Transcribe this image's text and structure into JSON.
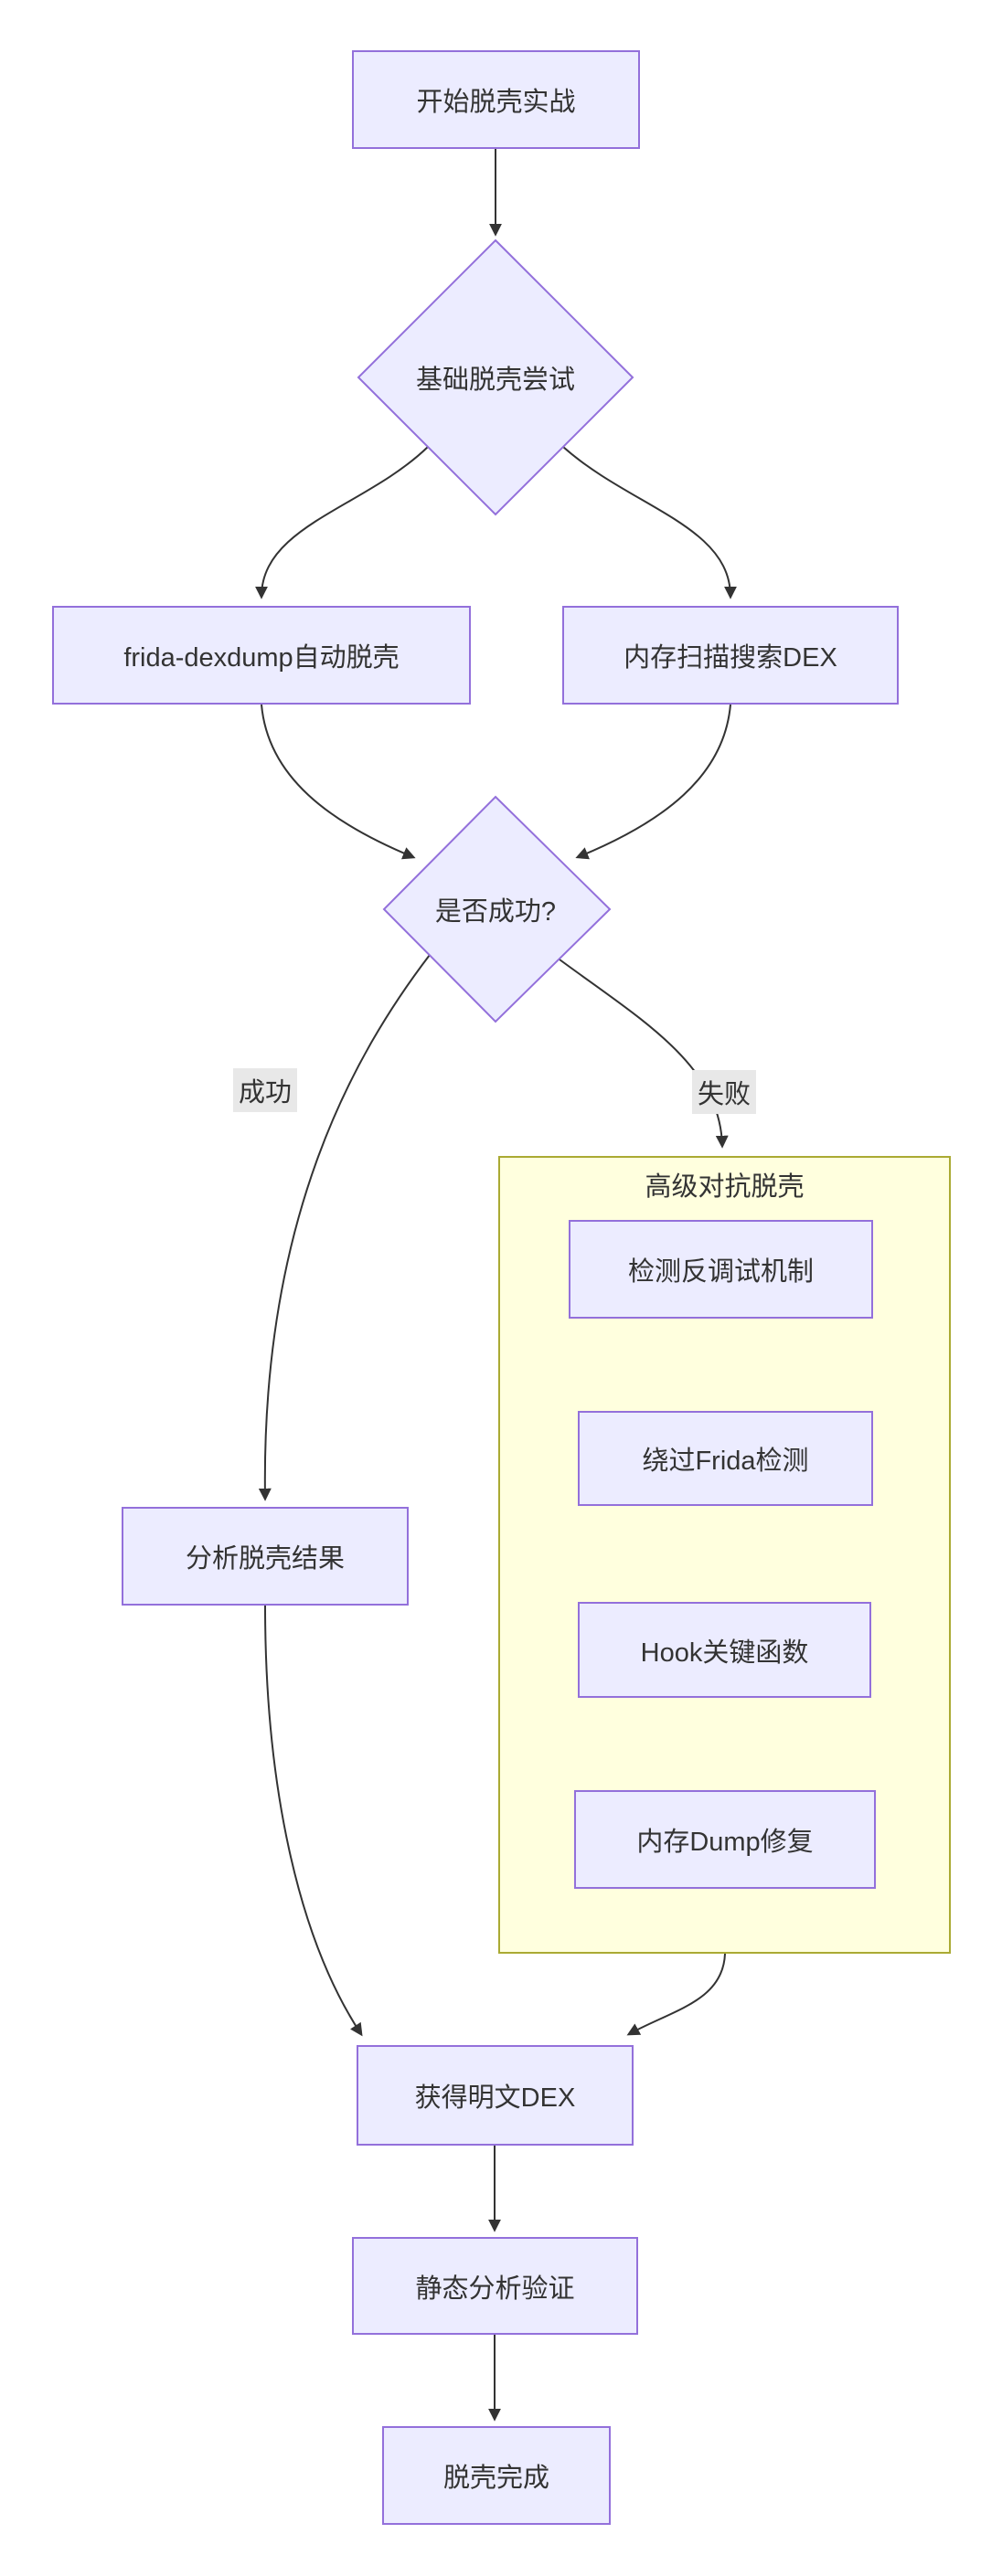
{
  "diagram": {
    "type": "flowchart",
    "direction": "top-down",
    "nodes": {
      "start": {
        "label": "开始脱壳实战",
        "shape": "rect"
      },
      "basic_try": {
        "label": "基础脱壳尝试",
        "shape": "diamond"
      },
      "frida_dexdump": {
        "label": "frida-dexdump自动脱壳",
        "shape": "rect"
      },
      "mem_scan": {
        "label": "内存扫描搜索DEX",
        "shape": "rect"
      },
      "is_success": {
        "label": "是否成功?",
        "shape": "diamond"
      },
      "analyze_result": {
        "label": "分析脱壳结果",
        "shape": "rect"
      },
      "advanced_cluster": {
        "label": "高级对抗脱壳",
        "shape": "cluster"
      },
      "detect_antidebug": {
        "label": "检测反调试机制",
        "shape": "rect"
      },
      "bypass_frida": {
        "label": "绕过Frida检测",
        "shape": "rect"
      },
      "hook_key_funcs": {
        "label": "Hook关键函数",
        "shape": "rect"
      },
      "mem_dump_fix": {
        "label": "内存Dump修复",
        "shape": "rect"
      },
      "plain_dex": {
        "label": "获得明文DEX",
        "shape": "rect"
      },
      "static_verify": {
        "label": "静态分析验证",
        "shape": "rect"
      },
      "done": {
        "label": "脱壳完成",
        "shape": "rect"
      }
    },
    "edge_labels": {
      "success": "成功",
      "fail": "失败"
    },
    "edges": [
      {
        "from": "start",
        "to": "basic_try",
        "label": ""
      },
      {
        "from": "basic_try",
        "to": "frida_dexdump",
        "label": ""
      },
      {
        "from": "basic_try",
        "to": "mem_scan",
        "label": ""
      },
      {
        "from": "frida_dexdump",
        "to": "is_success",
        "label": ""
      },
      {
        "from": "mem_scan",
        "to": "is_success",
        "label": ""
      },
      {
        "from": "is_success",
        "to": "analyze_result",
        "label": "成功"
      },
      {
        "from": "is_success",
        "to": "advanced_cluster",
        "label": "失败"
      },
      {
        "from": "analyze_result",
        "to": "plain_dex",
        "label": ""
      },
      {
        "from": "advanced_cluster",
        "to": "plain_dex",
        "label": ""
      },
      {
        "from": "plain_dex",
        "to": "static_verify",
        "label": ""
      },
      {
        "from": "static_verify",
        "to": "done",
        "label": ""
      }
    ],
    "colors": {
      "node_fill": "#ECECFF",
      "node_border": "#9370DB",
      "cluster_fill": "#FFFFDE",
      "cluster_border": "#AAAA33",
      "edge": "#333333",
      "text": "#333333",
      "edge_label_bg": "#E8E8E8",
      "background": "#FFFFFF"
    }
  }
}
